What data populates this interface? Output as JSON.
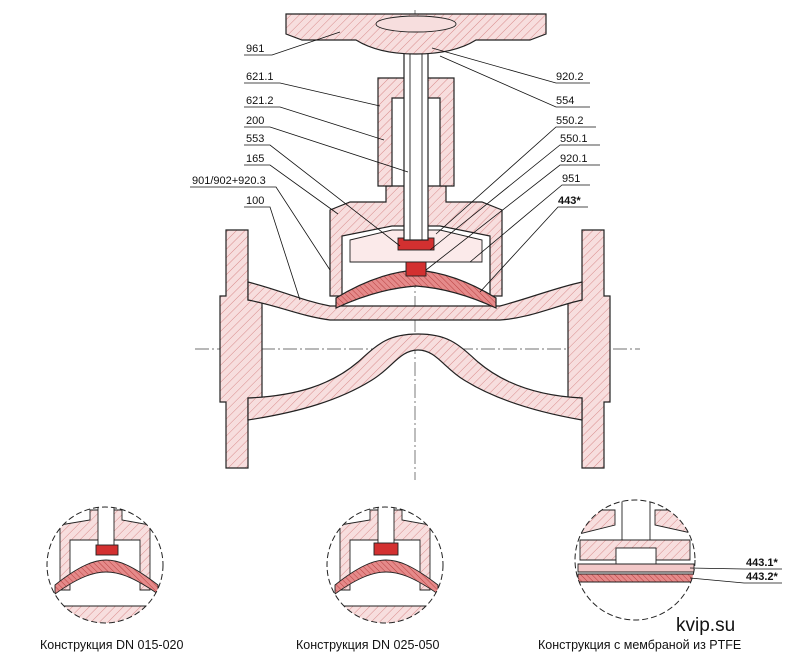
{
  "part_labels": {
    "left": [
      "961",
      "621.1",
      "621.2",
      "200",
      "553",
      "165",
      "901/902+920.3",
      "100"
    ],
    "right": [
      "920.2",
      "554",
      "550.2",
      "550.1",
      "920.1",
      "951",
      "443*"
    ]
  },
  "captions": {
    "detail_1": "Конструкция  DN  015-020",
    "detail_2": "Конструкция  DN  025-050",
    "detail_3": "Конструкция  с  мембраной  из  PTFE"
  },
  "detail_labels": [
    "443.1*",
    "443.2*"
  ],
  "watermark": "kvip.su",
  "colors": {
    "hatch_fill": "#f7dede",
    "hatch_line": "#d88a8a",
    "membrane": "#e07070",
    "seal": "#d33030",
    "outline": "#222222"
  }
}
